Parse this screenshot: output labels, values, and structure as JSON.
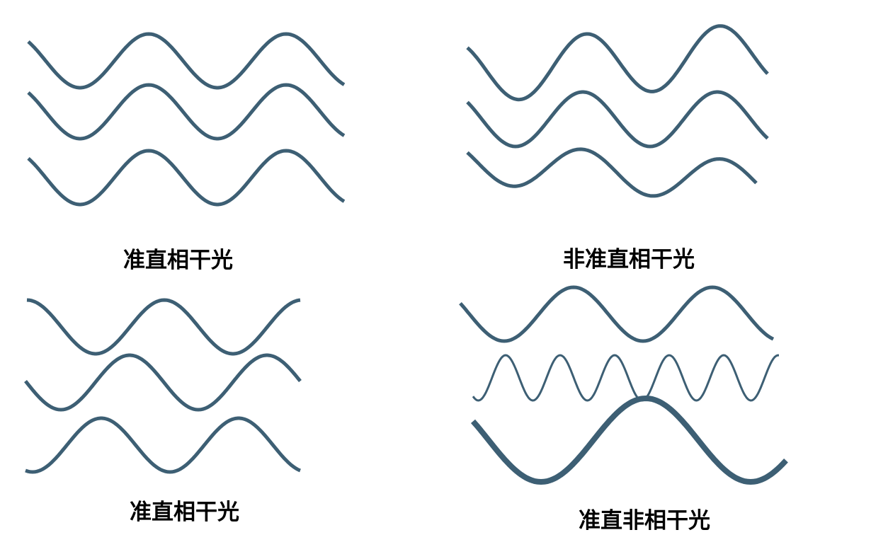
{
  "panels": [
    {
      "id": "top-left",
      "caption": "准直相干光"
    },
    {
      "id": "top-right",
      "caption": "非准直相干光"
    },
    {
      "id": "bottom-left",
      "caption": "准直相干光"
    },
    {
      "id": "bottom-right",
      "caption": "准直非相干光"
    }
  ],
  "colors": {
    "wave": "#3d5f74",
    "caption": "#000000",
    "background": "#ffffff"
  }
}
